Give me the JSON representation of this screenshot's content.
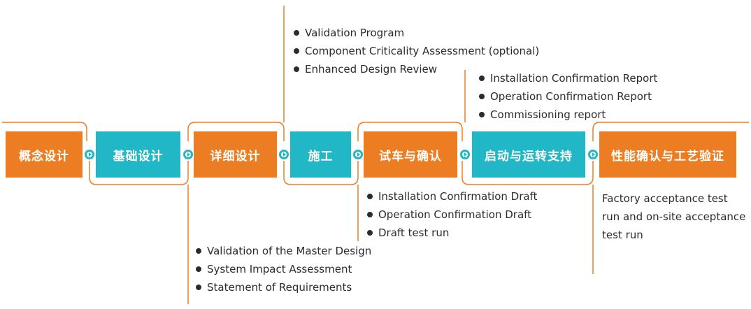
{
  "colors": {
    "orange": "#ed7d22",
    "teal": "#22b7c6",
    "line": "#ed7d22",
    "text": "#2b2b2b"
  },
  "stages": [
    {
      "label": "概念设计",
      "color": "orange"
    },
    {
      "label": "基础设计",
      "color": "teal"
    },
    {
      "label": "详细设计",
      "color": "orange"
    },
    {
      "label": "施工",
      "color": "teal"
    },
    {
      "label": "试车与确认",
      "color": "orange"
    },
    {
      "label": "启动与运转支持",
      "color": "teal"
    },
    {
      "label": "性能确认与工艺验证",
      "color": "orange"
    }
  ],
  "notes": {
    "construction": [
      "Validation Program",
      "Component Criticality Assessment (optional)",
      "Enhanced Design Review"
    ],
    "startup": [
      "Installation Confirmation Report",
      "Operation Confirmation Report",
      "Commissioning report"
    ],
    "commissioning": [
      "Installation Confirmation Draft",
      "Operation Confirmation Draft",
      "Draft test run"
    ],
    "detailed_design": [
      "Validation of the Master Design",
      "System Impact Assessment",
      "Statement of Requirements"
    ],
    "performance": [
      "Factory acceptance test",
      "run and on-site acceptance",
      "test run"
    ]
  }
}
